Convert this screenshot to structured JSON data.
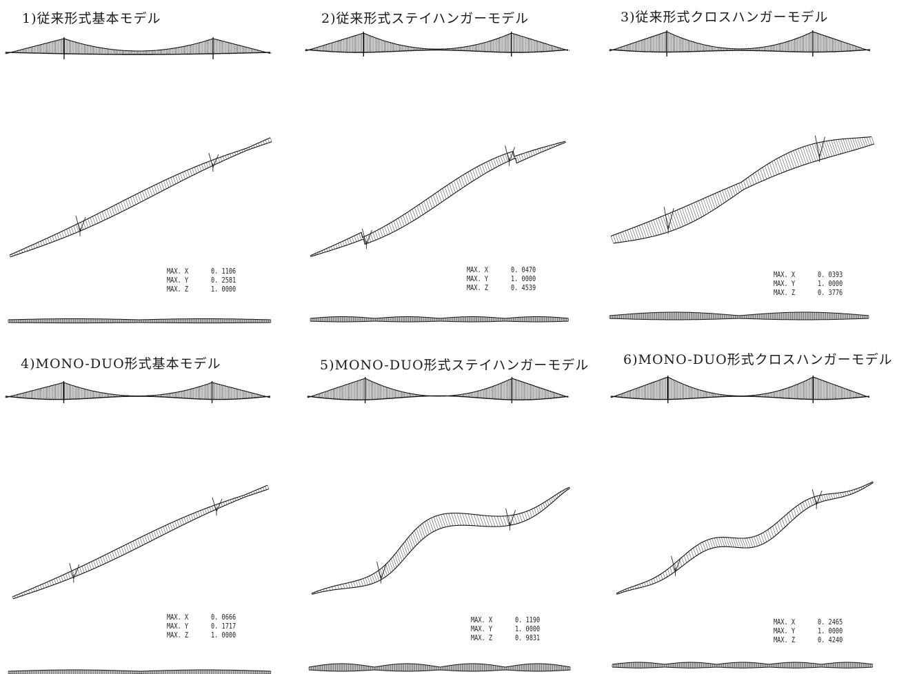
{
  "panels": [
    {
      "title": "1)従来形式基本モデル",
      "values": [
        {
          "label": "MAX. X",
          "value": "0. 1106"
        },
        {
          "label": "MAX. Y",
          "value": "0. 2581"
        },
        {
          "label": "MAX. Z",
          "value": "1. 0000"
        }
      ]
    },
    {
      "title": "2)従来形式ステイハンガーモデル",
      "values": [
        {
          "label": "MAX. X",
          "value": "0. 0470"
        },
        {
          "label": "MAX. Y",
          "value": "1. 0000"
        },
        {
          "label": "MAX. Z",
          "value": "0. 4539"
        }
      ]
    },
    {
      "title": "3)従来形式クロスハンガーモデル",
      "values": [
        {
          "label": "MAX. X",
          "value": "0. 0393"
        },
        {
          "label": "MAX. Y",
          "value": "1. 0000"
        },
        {
          "label": "MAX. Z",
          "value": "0. 3776"
        }
      ]
    },
    {
      "title": "4)MONO-DUO形式基本モデル",
      "values": [
        {
          "label": "MAX. X",
          "value": "0. 0666"
        },
        {
          "label": "MAX. Y",
          "value": "0. 1717"
        },
        {
          "label": "MAX. Z",
          "value": "1. 0000"
        }
      ]
    },
    {
      "title": "5)MONO-DUO形式ステイハンガーモデル",
      "values": [
        {
          "label": "MAX. X",
          "value": "0. 1190"
        },
        {
          "label": "MAX. Y",
          "value": "1. 0000"
        },
        {
          "label": "MAX. Z",
          "value": "0. 9831"
        }
      ]
    },
    {
      "title": "6)MONO-DUO形式クロスハンガーモデル",
      "values": [
        {
          "label": "MAX. X",
          "value": "0. 2465"
        },
        {
          "label": "MAX. Y",
          "value": "1. 0000"
        },
        {
          "label": "MAX. Z",
          "value": "0. 4240"
        }
      ]
    }
  ]
}
